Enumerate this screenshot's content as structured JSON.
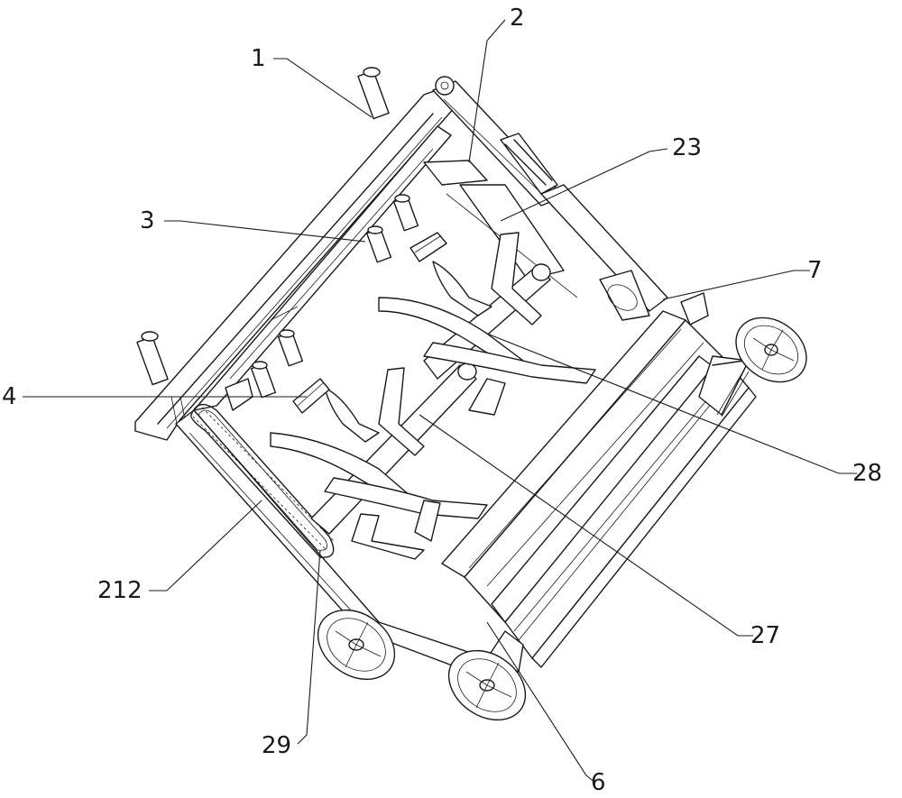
{
  "labels": {
    "l1": "1",
    "l2": "2",
    "l23": "23",
    "l3": "3",
    "l7": "7",
    "l4": "4",
    "l28": "28",
    "l212": "212",
    "l27": "27",
    "l29": "29",
    "l6": "6"
  },
  "icons": [
    "wheel-icon",
    "chain-icon",
    "post-icon"
  ]
}
